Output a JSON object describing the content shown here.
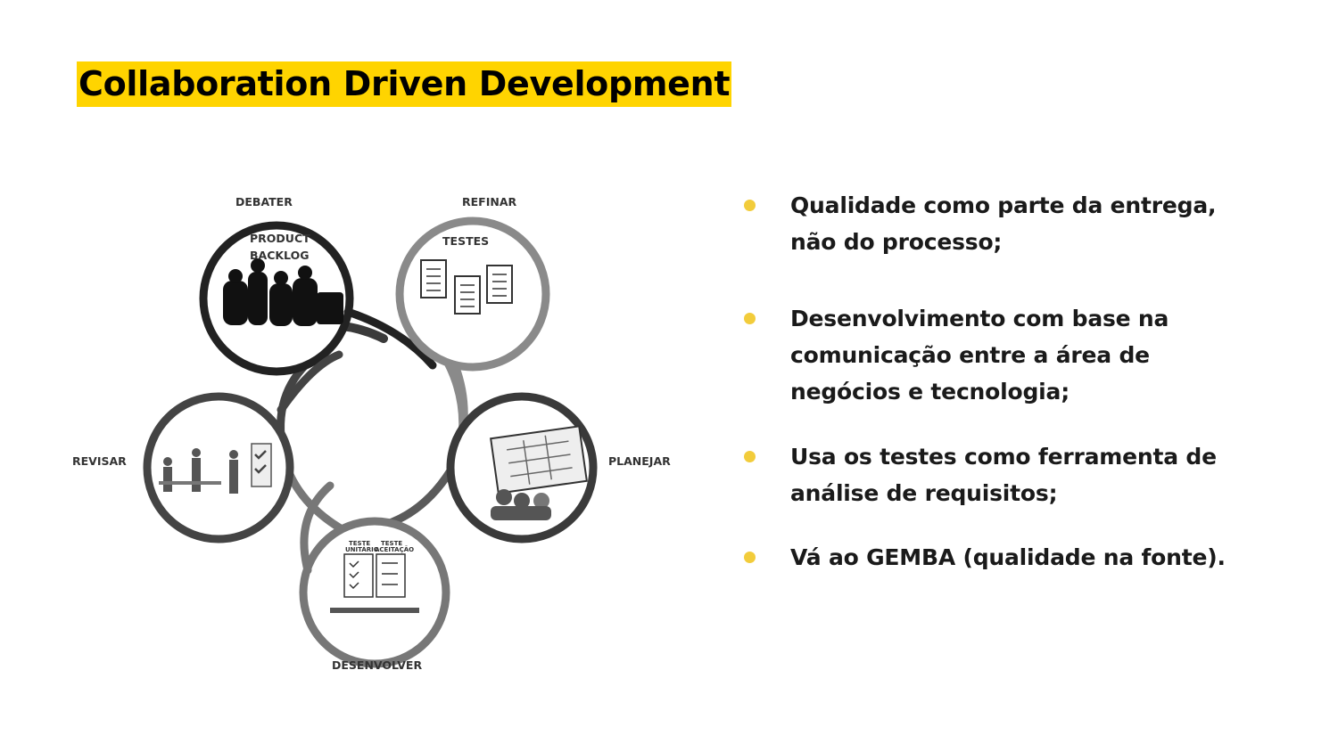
{
  "title": "Collaboration Driven Development",
  "diagram": {
    "stages": {
      "debater": "DEBATER",
      "refinar": "REFINAR",
      "planejar": "PLANEJAR",
      "desenvolver": "DESENVOLVER",
      "revisar": "REVISAR"
    },
    "inner": {
      "product_backlog_line1": "PRODUCT",
      "product_backlog_line2": "BACKLOG",
      "testes": "TESTES",
      "teste_unitario_1": "TESTE",
      "teste_unitario_2": "UNITÁRIO",
      "teste_aceitacao_1": "TESTE",
      "teste_aceitacao_2": "ACEITAÇÃO"
    }
  },
  "bullets": [
    {
      "line1": "Qualidade como parte da entrega,",
      "line2": "não do processo;"
    },
    {
      "line1": "Desenvolvimento com base na",
      "line2": "comunicação entre a área de",
      "line3": "negócios e tecnologia;"
    },
    {
      "line1": "Usa os testes como ferramenta de",
      "line2": "análise de requisitos;"
    },
    {
      "line1": "Vá ao GEMBA (qualidade na fonte)."
    }
  ],
  "colors": {
    "accent": "#ffd400",
    "bullet_dot": "#f2cc3b"
  }
}
